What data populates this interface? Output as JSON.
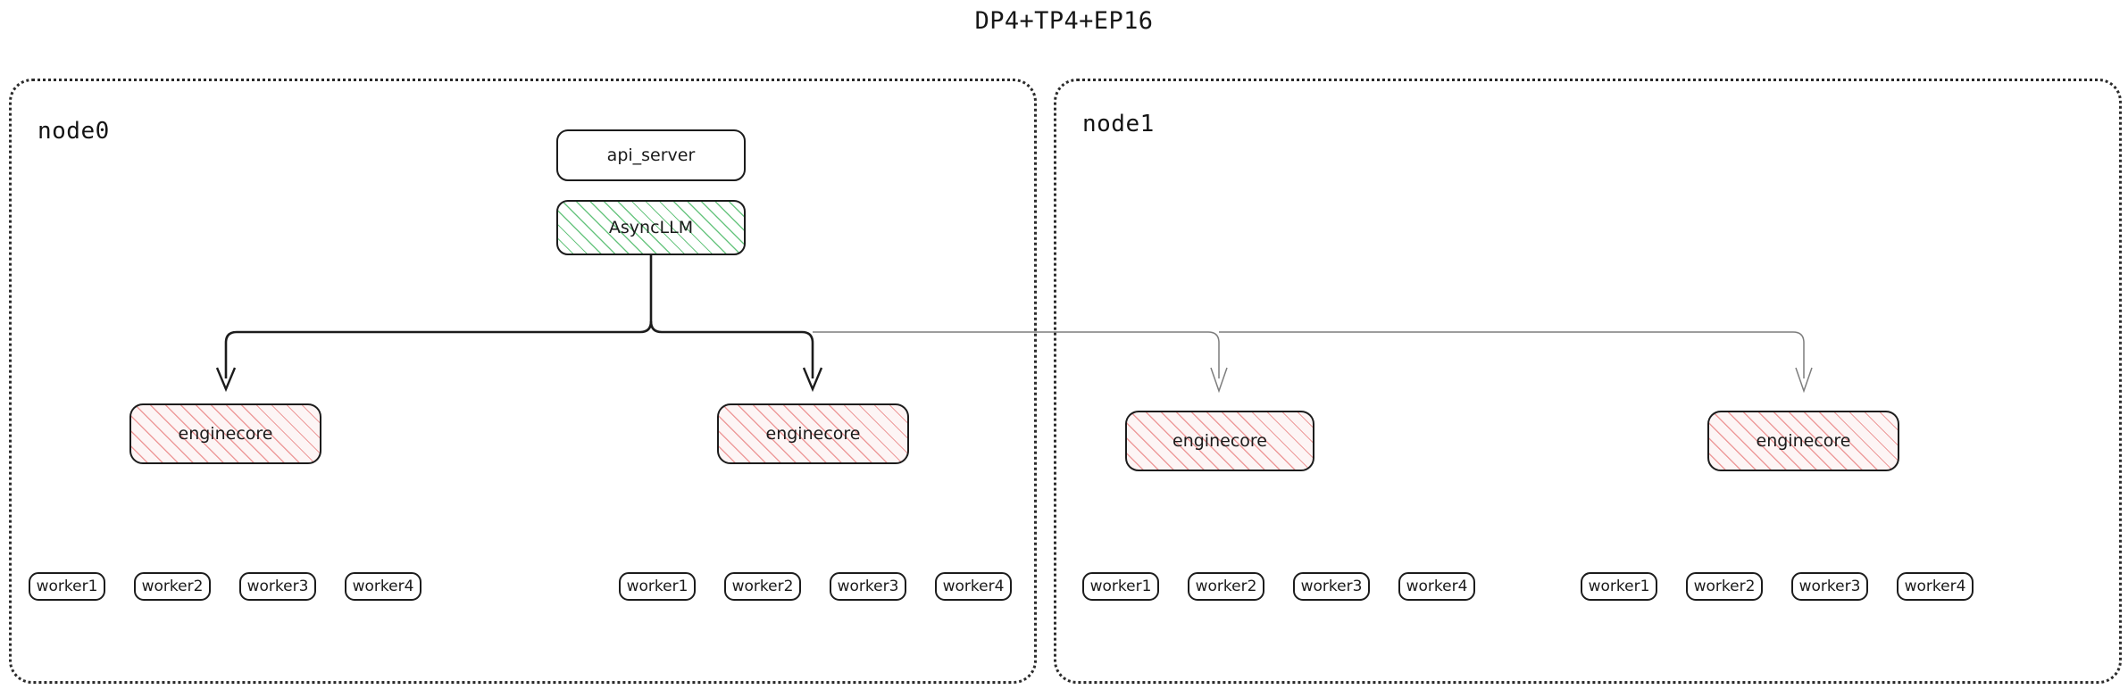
{
  "title": "DP4+TP4+EP16",
  "colors": {
    "engine_hatch": "#e98282",
    "async_hatch": "#52bc6c",
    "edge_dark": "#1c1c1c",
    "edge_light": "#7d7d7d",
    "border": "#1c1c1c",
    "node_border": "#2b2b2b"
  },
  "nodes": [
    {
      "label": "node0"
    },
    {
      "label": "node1"
    }
  ],
  "services": {
    "api_server": "api_server",
    "async_llm": "AsyncLLM"
  },
  "enginecores": [
    {
      "label": "enginecore",
      "node": "node0"
    },
    {
      "label": "enginecore",
      "node": "node0"
    },
    {
      "label": "enginecore",
      "node": "node1"
    },
    {
      "label": "enginecore",
      "node": "node1"
    }
  ],
  "worker_groups": [
    {
      "node": "node0",
      "workers": [
        "worker1",
        "worker2",
        "worker3",
        "worker4"
      ]
    },
    {
      "node": "node0",
      "workers": [
        "worker1",
        "worker2",
        "worker3",
        "worker4"
      ]
    },
    {
      "node": "node1",
      "workers": [
        "worker1",
        "worker2",
        "worker3",
        "worker4"
      ]
    },
    {
      "node": "node1",
      "workers": [
        "worker1",
        "worker2",
        "worker3",
        "worker4"
      ]
    }
  ]
}
